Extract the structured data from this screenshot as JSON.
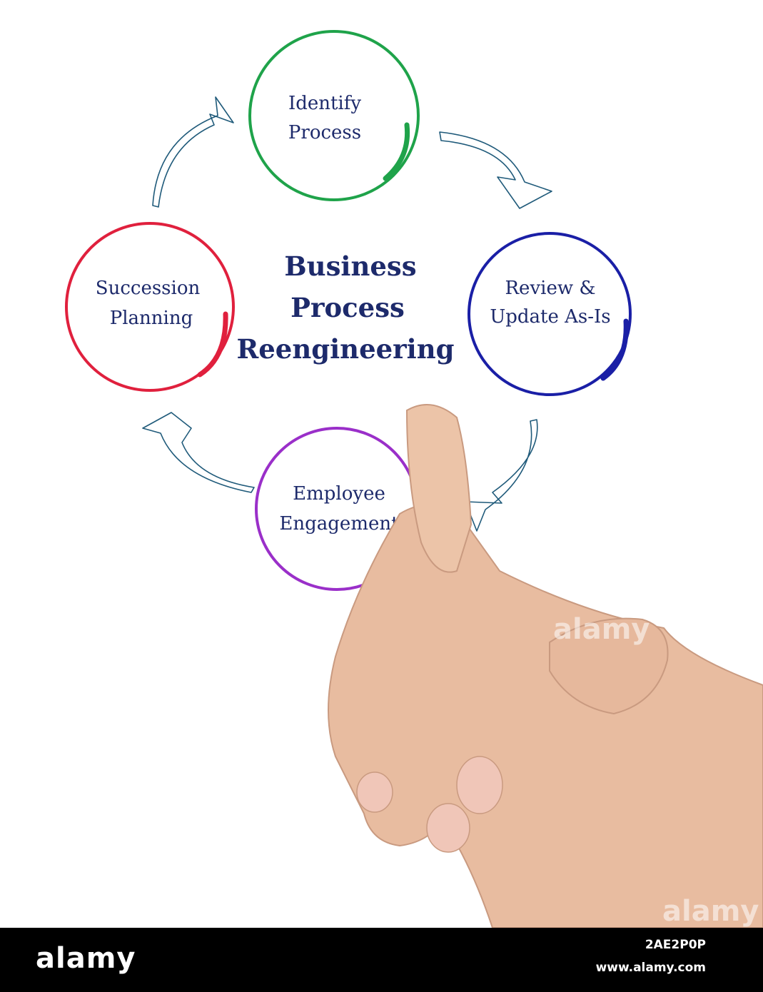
{
  "diagram": {
    "center_title": [
      "Business",
      "Process",
      "Reengineering"
    ],
    "nodes": [
      {
        "id": "identify-process",
        "lines": [
          "Identify",
          "Process"
        ],
        "color": "#1fa34a"
      },
      {
        "id": "review-update",
        "lines": [
          "Review &",
          "Update As-Is"
        ],
        "color": "#1a1fa6"
      },
      {
        "id": "employee-engagement",
        "lines": [
          "Employee",
          "Engagement"
        ],
        "color": "#9a2fc9"
      },
      {
        "id": "succession-planning",
        "lines": [
          "Succession",
          "Planning"
        ],
        "color": "#e0203d"
      }
    ],
    "arrow_color": "#1f5a7a"
  },
  "watermarks": [
    "alamy",
    "alamy"
  ],
  "footer": {
    "logo": "alamy",
    "image_id": "2AE2P0P",
    "url": "www.alamy.com"
  }
}
